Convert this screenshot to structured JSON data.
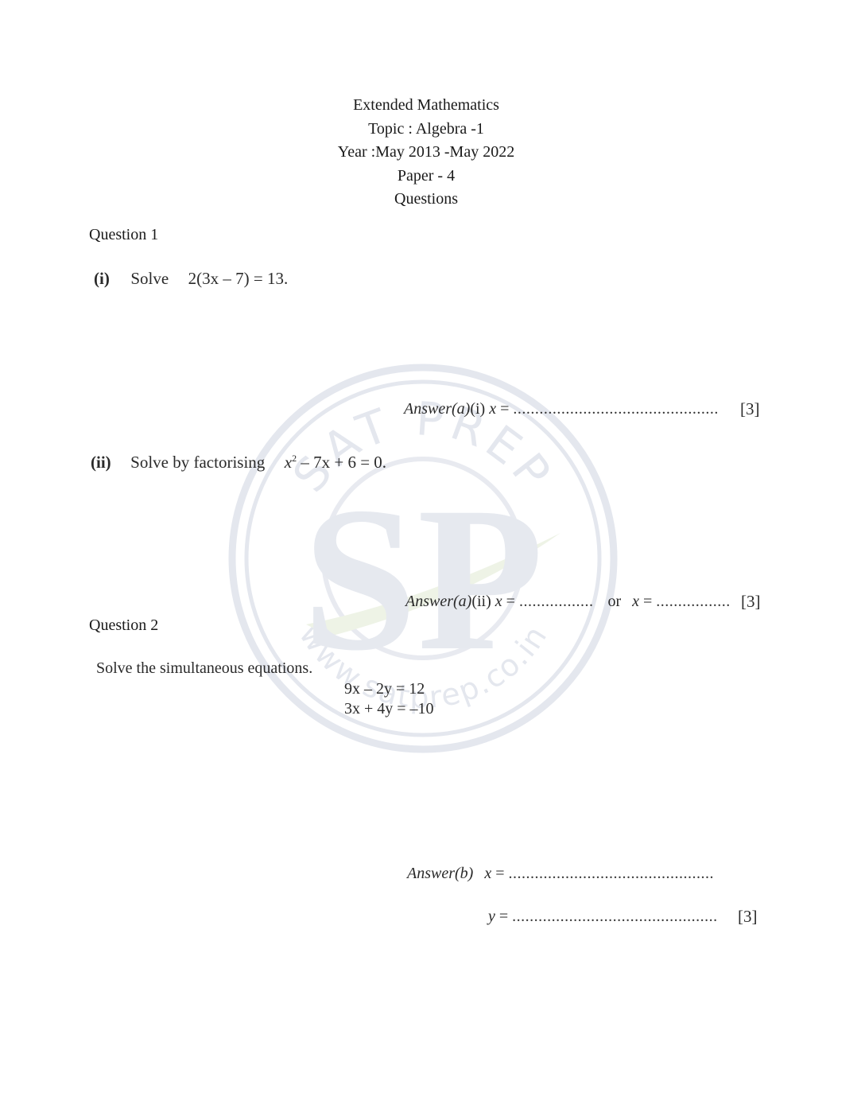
{
  "header": {
    "line1": "Extended Mathematics",
    "line2": "Topic : Algebra -1",
    "line3": "Year :May 2013 -May 2022",
    "line4": "Paper - 4",
    "line5": "Questions"
  },
  "q1": {
    "title": "Question 1",
    "part_i": {
      "label": "(i)",
      "text": "Solve",
      "equation": "2(3x – 7) = 13.",
      "answer_prefix": "Answer(a)",
      "answer_part": "(i) ",
      "answer_var": "x",
      "answer_eq": " = ",
      "dots": "...............................................",
      "marks": "[3]"
    },
    "part_ii": {
      "label": "(ii)",
      "text": "Solve by factorising",
      "eq_x": "x",
      "eq_sup": "2",
      "eq_rest": " – 7x + 6 = 0.",
      "answer_prefix": "Answer(a)",
      "answer_part": "(ii) ",
      "answer_var": "x",
      "answer_eq": " = ",
      "dots1": ".................",
      "or_text": "or",
      "answer_var2": "x",
      "dots2": ".................",
      "marks": "[3]"
    }
  },
  "q2": {
    "title": "Question 2",
    "text": "Solve the simultaneous equations.",
    "eq1": "9x – 2y = 12",
    "eq2": "3x + 4y = –10",
    "answer_prefix": "Answer(b)",
    "answer_x": "x",
    "answer_y": "y",
    "answer_eq": " = ",
    "dots": "...............................................",
    "marks": "[3]"
  },
  "watermark": {
    "top_text": "SAT PREP",
    "bottom_text": "www.satprep.co.in",
    "monogram": "SP"
  }
}
